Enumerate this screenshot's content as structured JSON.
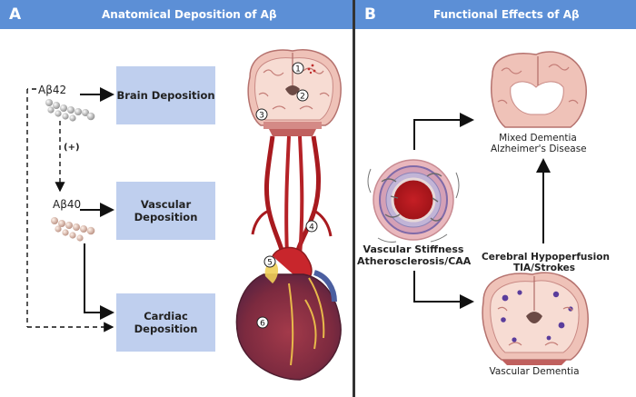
{
  "panel_a": {
    "letter": "A",
    "title": "Anatomical Deposition of Aβ",
    "abeta42": "Aβ42",
    "abeta40": "Aβ40",
    "plus": "(+)",
    "boxes": [
      "Brain Deposition",
      "Vascular Deposition",
      "Cardiac Deposition"
    ],
    "markers": [
      "1",
      "2",
      "3",
      "4",
      "5",
      "6"
    ]
  },
  "panel_b": {
    "letter": "B",
    "title": "Functional Effects of Aβ",
    "mixed_line1": "Mixed Dementia",
    "mixed_line2": "Alzheimer's Disease",
    "vascular_line1": "Vascular Stiffness",
    "vascular_line2": "Atherosclerosis/CAA",
    "hypo_line1": "Cerebral Hypoperfusion",
    "hypo_line2": "TIA/Strokes",
    "vascular_dementia": "Vascular Dementia"
  },
  "colors": {
    "header": "#5c8fd6",
    "box": "#bfcfee",
    "artery": "#b31e22",
    "brain_pink": "#f2c9c4"
  }
}
